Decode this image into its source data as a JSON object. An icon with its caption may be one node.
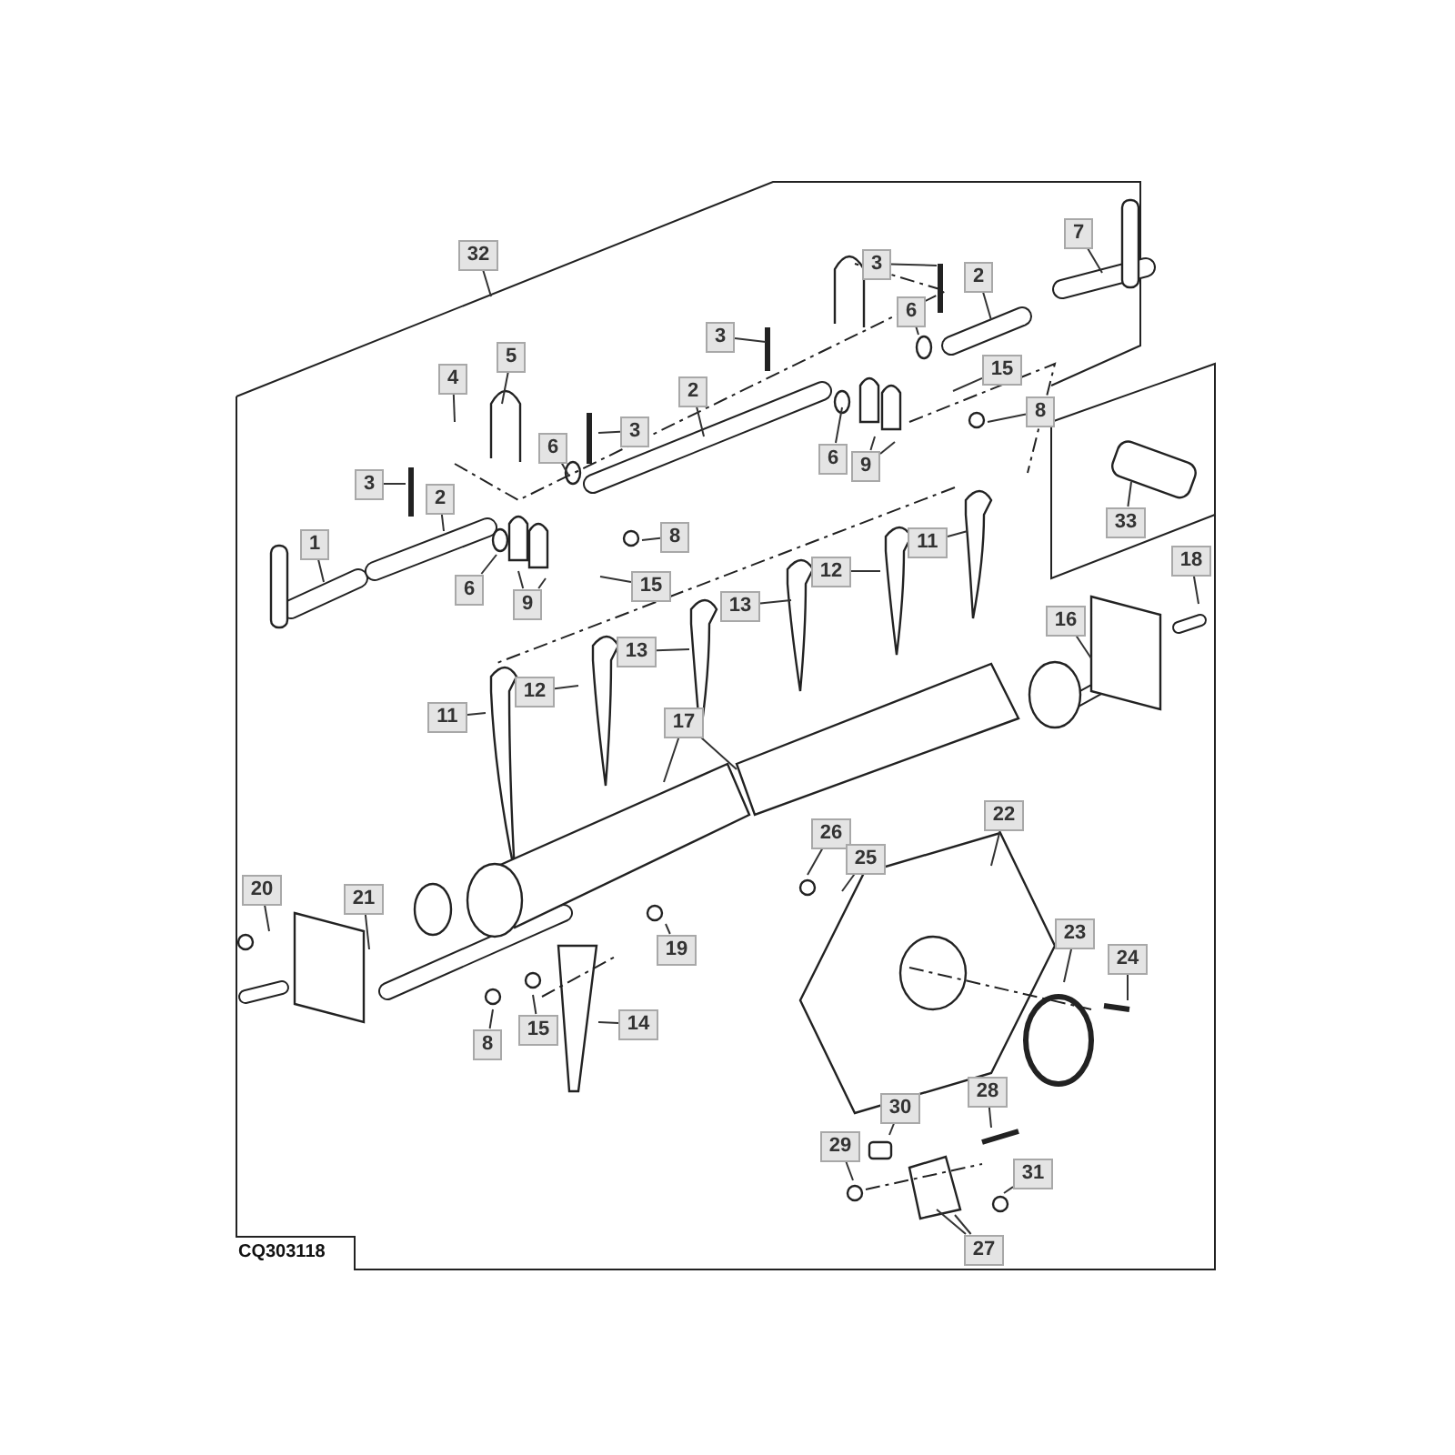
{
  "diagram": {
    "nodes": [
      {
        "text": [
          "32"
        ]
      },
      {
        "text": [
          "7"
        ]
      },
      {
        "text": [
          "3"
        ]
      },
      {
        "text": [
          "6"
        ]
      },
      {
        "text": [
          "2"
        ]
      },
      {
        "text": [
          "3"
        ]
      },
      {
        "text": [
          "5"
        ]
      },
      {
        "text": [
          "4"
        ]
      },
      {
        "text": [
          "2"
        ]
      },
      {
        "text": [
          "15"
        ]
      },
      {
        "text": [
          "8"
        ]
      },
      {
        "text": [
          "6"
        ]
      },
      {
        "text": [
          "3"
        ]
      },
      {
        "text": [
          "6"
        ]
      },
      {
        "text": [
          "9"
        ]
      },
      {
        "text": [
          "3"
        ]
      },
      {
        "text": [
          "2"
        ]
      },
      {
        "text": [
          "15"
        ]
      },
      {
        "text": [
          "8"
        ]
      },
      {
        "text": [
          "1"
        ]
      },
      {
        "text": [
          "6"
        ]
      },
      {
        "text": [
          "9"
        ]
      },
      {
        "text": [
          "33"
        ]
      },
      {
        "text": [
          "18"
        ]
      },
      {
        "text": [
          "11"
        ]
      },
      {
        "text": [
          "12"
        ]
      },
      {
        "text": [
          "16"
        ]
      },
      {
        "text": [
          "13"
        ]
      },
      {
        "text": [
          "13"
        ]
      },
      {
        "text": [
          "12"
        ]
      },
      {
        "text": [
          "11"
        ]
      },
      {
        "text": [
          "17"
        ]
      },
      {
        "text": [
          "22"
        ]
      },
      {
        "text": [
          "26"
        ]
      },
      {
        "text": [
          "25"
        ]
      },
      {
        "text": [
          "20"
        ]
      },
      {
        "text": [
          "21"
        ]
      },
      {
        "text": [
          "19"
        ]
      },
      {
        "text": [
          "23"
        ]
      },
      {
        "text": [
          "24"
        ]
      },
      {
        "text": [
          "8"
        ]
      },
      {
        "text": [
          "15"
        ]
      },
      {
        "text": [
          "14"
        ]
      },
      {
        "text": [
          "28"
        ]
      },
      {
        "text": [
          "30"
        ]
      },
      {
        "text": [
          "29"
        ]
      },
      {
        "text": [
          "31"
        ]
      },
      {
        "text": [
          "27"
        ]
      }
    ],
    "edges": [
      {
        "from": 0,
        "to": null,
        "arrow": "none"
      },
      {
        "from": 1,
        "to": null,
        "arrow": "none"
      },
      {
        "from": 2,
        "to": null,
        "arrow": "none"
      },
      {
        "from": 3,
        "to": null,
        "arrow": "none"
      },
      {
        "from": 4,
        "to": null,
        "arrow": "none"
      },
      {
        "from": 5,
        "to": null,
        "arrow": "none"
      },
      {
        "from": 6,
        "to": null,
        "arrow": "none"
      },
      {
        "from": 7,
        "to": null,
        "arrow": "none"
      },
      {
        "from": 8,
        "to": null,
        "arrow": "none"
      },
      {
        "from": 9,
        "to": null,
        "arrow": "none"
      },
      {
        "from": 10,
        "to": null,
        "arrow": "none"
      },
      {
        "from": 11,
        "to": null,
        "arrow": "none"
      },
      {
        "from": 12,
        "to": null,
        "arrow": "none"
      },
      {
        "from": 13,
        "to": null,
        "arrow": "none"
      },
      {
        "from": 14,
        "to": null,
        "arrow": "none"
      },
      {
        "from": 14,
        "to": null,
        "arrow": "none"
      },
      {
        "from": 15,
        "to": null,
        "arrow": "none"
      },
      {
        "from": 16,
        "to": null,
        "arrow": "none"
      },
      {
        "from": 17,
        "to": null,
        "arrow": "none"
      },
      {
        "from": 18,
        "to": null,
        "arrow": "none"
      },
      {
        "from": 19,
        "to": null,
        "arrow": "none"
      },
      {
        "from": 20,
        "to": null,
        "arrow": "none"
      },
      {
        "from": 21,
        "to": null,
        "arrow": "none"
      },
      {
        "from": 21,
        "to": null,
        "arrow": "none"
      },
      {
        "from": 22,
        "to": null,
        "arrow": "none"
      },
      {
        "from": 23,
        "to": null,
        "arrow": "none"
      },
      {
        "from": 24,
        "to": null,
        "arrow": "none"
      },
      {
        "from": 25,
        "to": null,
        "arrow": "none"
      },
      {
        "from": 26,
        "to": null,
        "arrow": "none"
      },
      {
        "from": 27,
        "to": null,
        "arrow": "none"
      },
      {
        "from": 28,
        "to": null,
        "arrow": "none"
      },
      {
        "from": 29,
        "to": null,
        "arrow": "none"
      },
      {
        "from": 30,
        "to": null,
        "arrow": "none"
      },
      {
        "from": 31,
        "to": null,
        "arrow": "none"
      },
      {
        "from": 31,
        "to": null,
        "arrow": "none"
      },
      {
        "from": 32,
        "to": null,
        "arrow": "none"
      },
      {
        "from": 33,
        "to": null,
        "arrow": "none"
      },
      {
        "from": 34,
        "to": null,
        "arrow": "none"
      },
      {
        "from": 35,
        "to": null,
        "arrow": "none"
      },
      {
        "from": 36,
        "to": null,
        "arrow": "none"
      },
      {
        "from": 37,
        "to": null,
        "arrow": "none"
      },
      {
        "from": 38,
        "to": null,
        "arrow": "none"
      },
      {
        "from": 39,
        "to": null,
        "arrow": "none"
      },
      {
        "from": 40,
        "to": null,
        "arrow": "none"
      },
      {
        "from": 41,
        "to": null,
        "arrow": "none"
      },
      {
        "from": 42,
        "to": null,
        "arrow": "none"
      },
      {
        "from": 43,
        "to": null,
        "arrow": "none"
      },
      {
        "from": 44,
        "to": null,
        "arrow": "none"
      },
      {
        "from": 45,
        "to": null,
        "arrow": "none"
      },
      {
        "from": 46,
        "to": null,
        "arrow": "none"
      },
      {
        "from": 47,
        "to": null,
        "arrow": "none"
      },
      {
        "from": 47,
        "to": null,
        "arrow": "none"
      }
    ],
    "labels": [
      "CQ303118"
    ]
  }
}
